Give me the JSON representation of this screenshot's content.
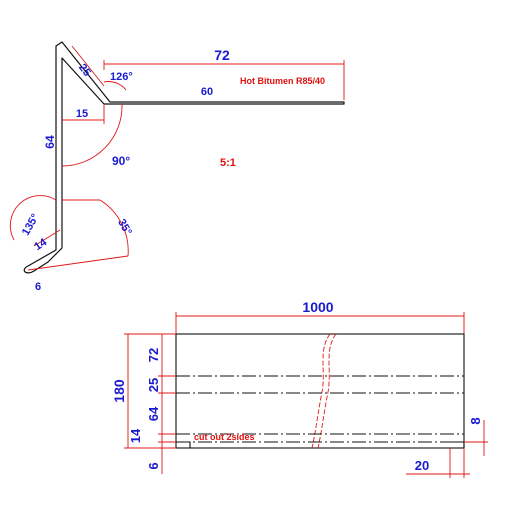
{
  "profile_view": {
    "scale": "5:1",
    "note": "Hot Bitumen R85/40",
    "dims": {
      "top_length": "72",
      "top_inner": "60",
      "diag": "25",
      "inner_width": "15",
      "height": "64",
      "hem_length": "14",
      "hem_gap": "6"
    },
    "angles": {
      "a126": "126°",
      "a90": "90°",
      "a135": "135°",
      "a35": "35°"
    }
  },
  "flat_view": {
    "length": "1000",
    "total": "180",
    "segments": [
      "72",
      "25",
      "64",
      "14",
      "6"
    ],
    "cut_note": "cut out 2sides",
    "cut_width": "20",
    "cut_height": "8"
  }
}
